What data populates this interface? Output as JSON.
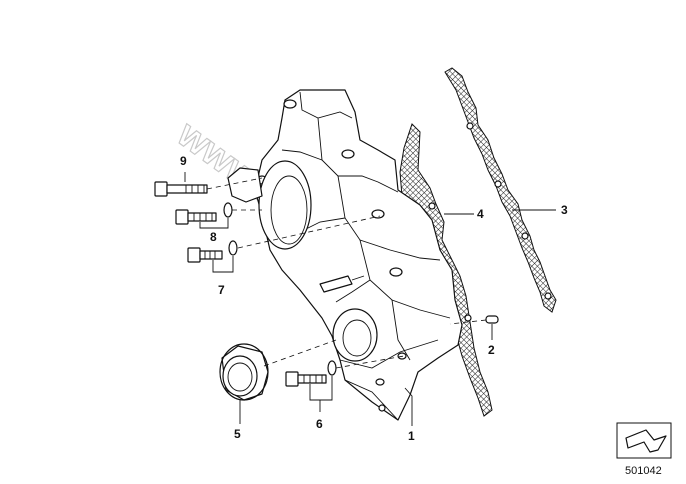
{
  "callouts": [
    {
      "id": "1",
      "label": "1"
    },
    {
      "id": "2",
      "label": "2"
    },
    {
      "id": "3",
      "label": "3"
    },
    {
      "id": "4",
      "label": "4"
    },
    {
      "id": "5",
      "label": "5"
    },
    {
      "id": "6",
      "label": "6"
    },
    {
      "id": "7",
      "label": "7"
    },
    {
      "id": "8",
      "label": "8"
    },
    {
      "id": "9",
      "label": "9"
    }
  ],
  "watermark": "www.BMWstore.pl",
  "reference_number": "501042",
  "icons": {
    "nav_arrow": "arrow-down-right-icon"
  }
}
